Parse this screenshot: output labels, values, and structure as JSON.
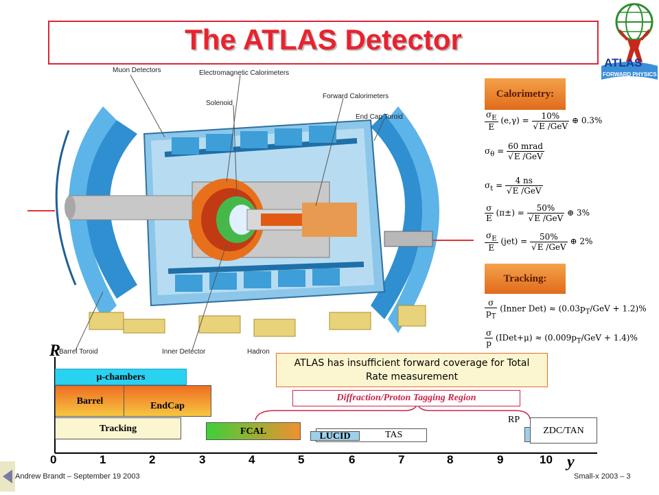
{
  "title": "The ATLAS Detector",
  "detector": {
    "labels": {
      "muon": "Muon Detectors",
      "em_cal": "Electromagnetic Calorimeters",
      "solenoid": "Solenoid",
      "forward_cal": "Forward Calorimeters",
      "endcap_toroid": "End Cap Toroid",
      "barrel_toroid": "Barrel Toroid",
      "inner_detector": "Inner Detector",
      "hadronic": "Hadron"
    }
  },
  "calorimetry": {
    "heading": "Calorimetry:",
    "formulas": {
      "f1": {
        "lhs_num": "σ",
        "lhs_sub": "E",
        "lhs_den": "E",
        "arg": "(e,γ) =",
        "num": "10%",
        "den": "E /GeV",
        "tail": "⊕ 0.3%"
      },
      "f2": {
        "lhs": "σ",
        "sub": "θ",
        "eq": "=",
        "num": "60 mrad",
        "den": "E /GeV"
      },
      "f3": {
        "lhs": "σ",
        "sub": "t",
        "eq": "=",
        "num": "4 ns",
        "den": "E /GeV"
      },
      "f4": {
        "lhs_num": "σ",
        "lhs_den": "E",
        "arg": "(π±) =",
        "num": "50%",
        "den": "E /GeV",
        "tail": "⊕ 3%"
      },
      "f5": {
        "lhs_num": "σ",
        "lhs_sub": "E",
        "lhs_den": "E",
        "arg": "(jet) =",
        "num": "50%",
        "den": "E /GeV",
        "tail": "⊕ 2%"
      }
    }
  },
  "tracking": {
    "heading": "Tracking:",
    "formulas": {
      "t1": {
        "lhs_num": "σ",
        "lhs_den": "p",
        "lhs_den_sub": "T",
        "text": "(Inner Det) ≈ (0.03p",
        "sub": "T",
        "tail": "/GeV + 1.2)%"
      },
      "t2": {
        "lhs_num": "σ",
        "lhs_den": "p",
        "text": "(IDet+μ) ≈ (0.009p",
        "sub": "T",
        "tail": "/GeV + 1.4)%"
      }
    }
  },
  "coverage": {
    "r_label": "R",
    "y_label": "y",
    "note": "ATLAS has insufficient forward coverage for Total Rate measurement",
    "region_label": "Diffraction/Proton Tagging Region",
    "boxes": {
      "mu_chambers": "μ-chambers",
      "barrel": "Barrel",
      "endcap": "EndCap",
      "tracking": "Tracking",
      "fcal": "FCAL",
      "lucid": "LUCID",
      "tas": "TAS",
      "rp": "RP",
      "zdc": "ZDC/TAN"
    },
    "ticks": [
      "0",
      "1",
      "2",
      "3",
      "4",
      "5",
      "6",
      "7",
      "8",
      "9",
      "10"
    ]
  },
  "logo": {
    "text": "ATLAS",
    "subtext": "FORWARD PHYSICS"
  },
  "footer": {
    "left": "Andrew Brandt – September 19 2003",
    "right": "Small-x 2003 – 3"
  },
  "colors": {
    "title_red": "#e8232f",
    "cyan": "#2ad2f2",
    "orange": "#ef8a2c",
    "green": "#3fcf3a",
    "cream": "#fbf6cf"
  }
}
